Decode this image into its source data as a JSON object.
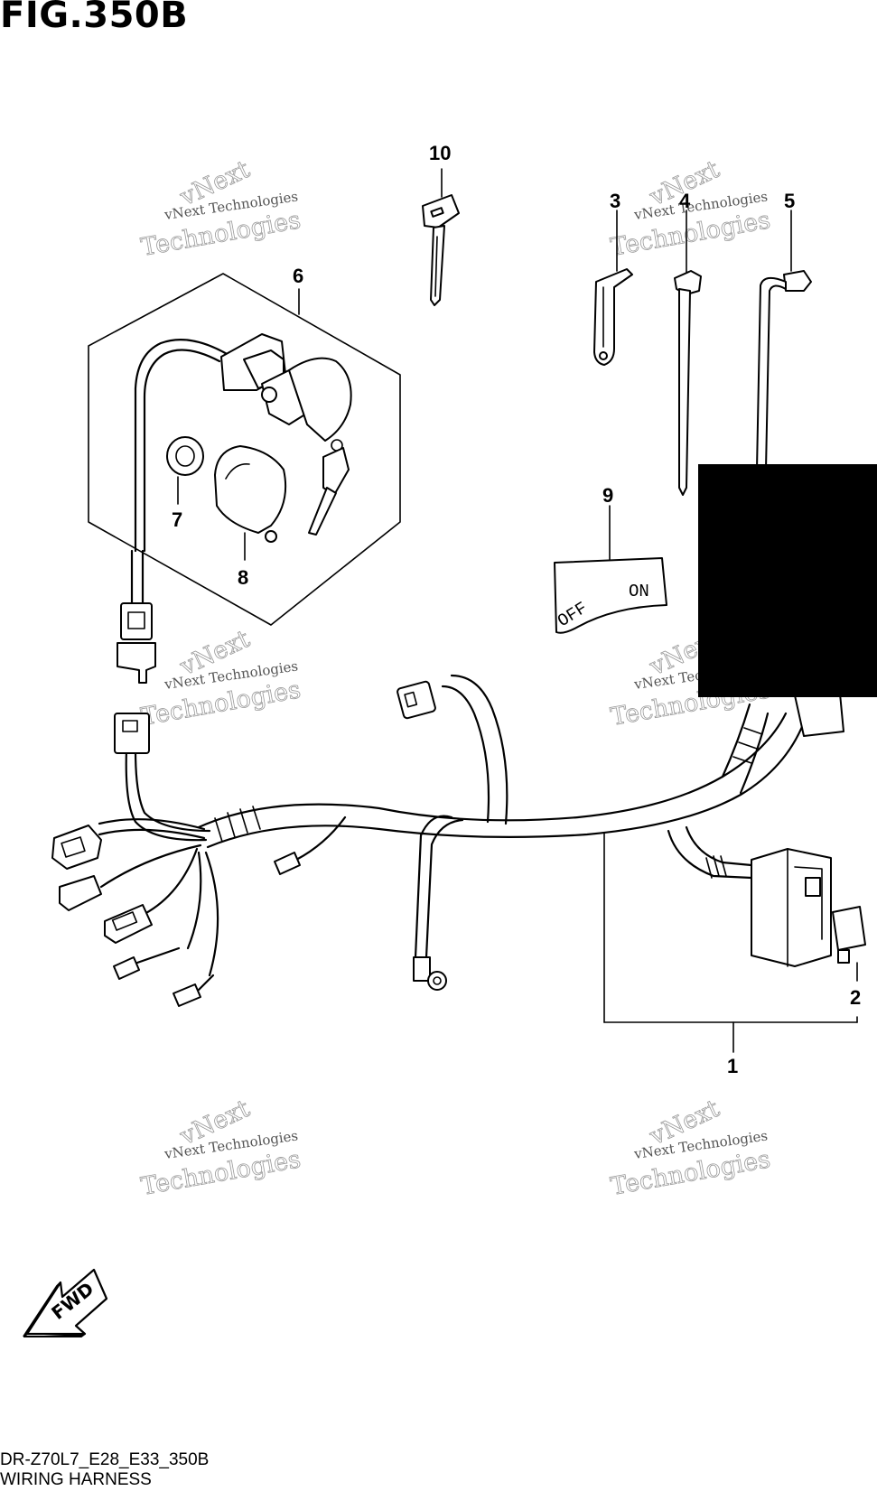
{
  "figure": {
    "title": "FIG.350B",
    "code": "DR-Z70L7_E28_E33_350B",
    "name": "WIRING HARNESS"
  },
  "parts": {
    "p1": "1",
    "p2": "2",
    "p3": "3",
    "p4": "4",
    "p5": "5",
    "p6": "6",
    "p7": "7",
    "p8": "8",
    "p9": "9",
    "p10": "10"
  },
  "switch_plate": {
    "off": "OFF",
    "on": "ON"
  },
  "fwd_arrow": {
    "label": "FWD"
  },
  "watermark": {
    "line1": "vNext Technologies",
    "line2": "Technologies"
  },
  "colors": {
    "ink": "#000000",
    "watermark": "#999999",
    "redaction": "#000000"
  }
}
